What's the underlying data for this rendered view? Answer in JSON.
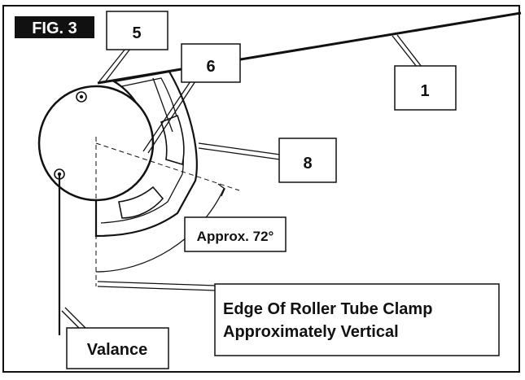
{
  "figure": {
    "label": "FIG. 3"
  },
  "callouts": {
    "c1": "1",
    "c5": "5",
    "c6": "6",
    "c8": "8"
  },
  "labels": {
    "angle": "Approx. 72°",
    "clamp_line1": "Edge Of Roller Tube Clamp",
    "clamp_line2": "Approximately Vertical",
    "valance": "Valance"
  },
  "colors": {
    "ink": "#111111",
    "background": "#ffffff",
    "label_fill": "#111111",
    "label_text": "#ffffff"
  }
}
